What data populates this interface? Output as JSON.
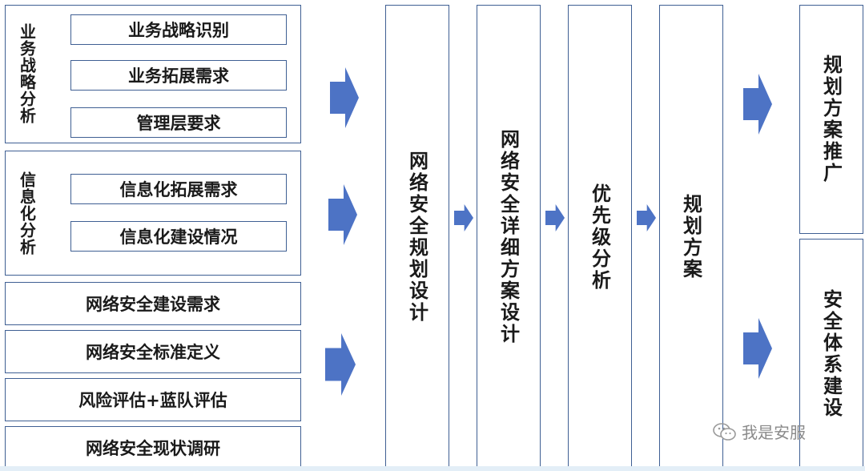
{
  "groups": {
    "business": {
      "title": "业务战略分析",
      "items": [
        "业务战略识别",
        "业务拓展需求",
        "管理层要求"
      ]
    },
    "it": {
      "title": "信息化分析",
      "items": [
        "信息化拓展需求",
        "信息化建设情况"
      ]
    }
  },
  "standalone": [
    "网络安全建设需求",
    "网络安全标准定义",
    "风险评估+蓝队评估",
    "网络安全现状调研"
  ],
  "flow": [
    "网络安全规划设计",
    "网络安全详细方案设计",
    "优先级分析",
    "规划方案"
  ],
  "outputs": [
    "规划方案推广",
    "安全体系建设"
  ],
  "watermark": "我是安服",
  "colors": {
    "arrow": "#4d73c5",
    "border": "#3f5f93"
  }
}
